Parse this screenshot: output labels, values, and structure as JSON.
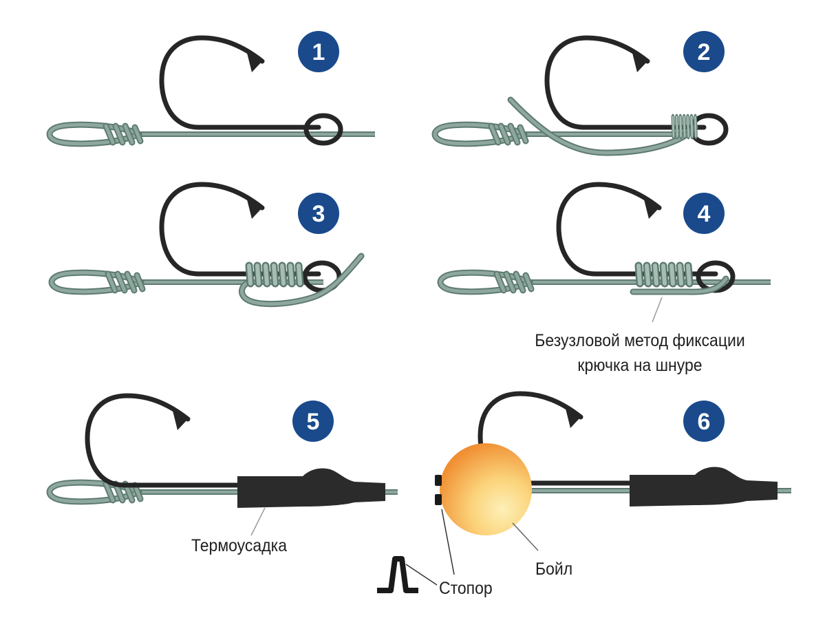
{
  "steps": [
    {
      "number": "1"
    },
    {
      "number": "2"
    },
    {
      "number": "3"
    },
    {
      "number": "4"
    },
    {
      "number": "5"
    },
    {
      "number": "6"
    }
  ],
  "labels": {
    "knotless_line1": "Безузловой метод фиксации",
    "knotless_line2": "крючка на шнуре",
    "shrink_tube": "Термоусадка",
    "boilie": "Бойл",
    "stopper": "Стопор"
  },
  "colors": {
    "badge": "#1a4a8c",
    "line_fill": "#8fa89e",
    "line_edge": "#5d7a70",
    "hook": "#262626",
    "tube": "#2b2b2b",
    "boilie_core": "#fde8a6",
    "boilie_edge": "#f39a3c"
  }
}
